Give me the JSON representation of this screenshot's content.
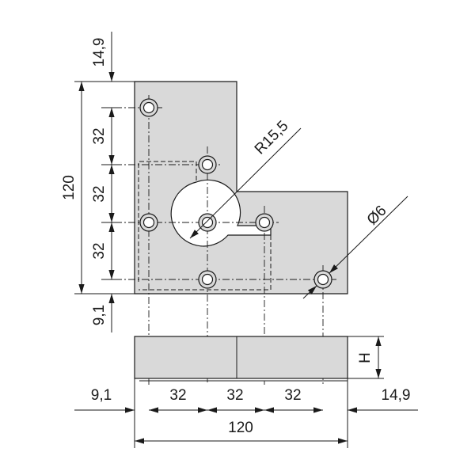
{
  "dimensions": {
    "top_offset": "14,9",
    "bottom_offset": "9,1",
    "height_total": "120",
    "spacing_v1": "32",
    "spacing_v2": "32",
    "spacing_v3": "32",
    "radius": "R15,5",
    "hole_diameter": "Ø6",
    "height_h": "H",
    "left_offset": "9,1",
    "spacing_h1": "32",
    "spacing_h2": "32",
    "spacing_h3": "32",
    "right_offset": "14,9",
    "width_total": "120"
  },
  "colors": {
    "plate_fill": "#d9d9d9",
    "line": "#1a1a1a"
  }
}
